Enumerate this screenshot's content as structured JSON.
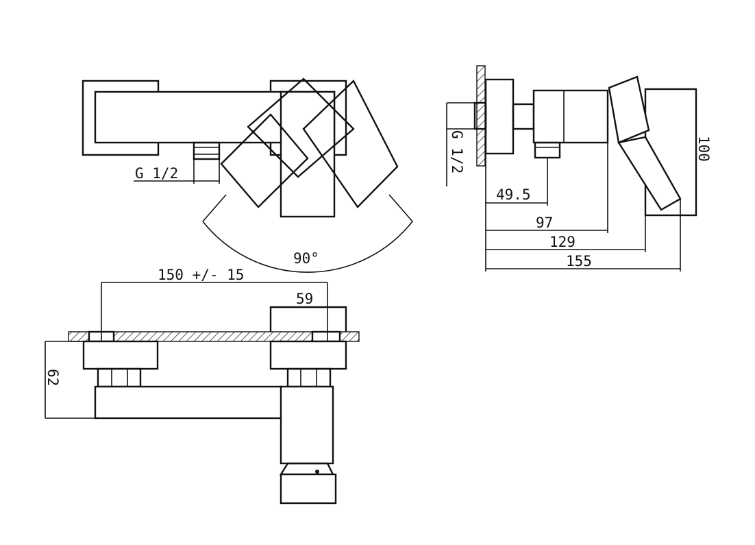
{
  "top_view": {
    "thread_label": "G 1/2",
    "angle_label": "90°"
  },
  "side_view": {
    "thread_label": "G 1/2",
    "dim_height": "100",
    "dim_1": "49.5",
    "dim_2": "97",
    "dim_3": "129",
    "dim_4": "155"
  },
  "front_view": {
    "dim_spacing": "150 +/- 15",
    "dim_width": "59",
    "dim_height": "62"
  }
}
